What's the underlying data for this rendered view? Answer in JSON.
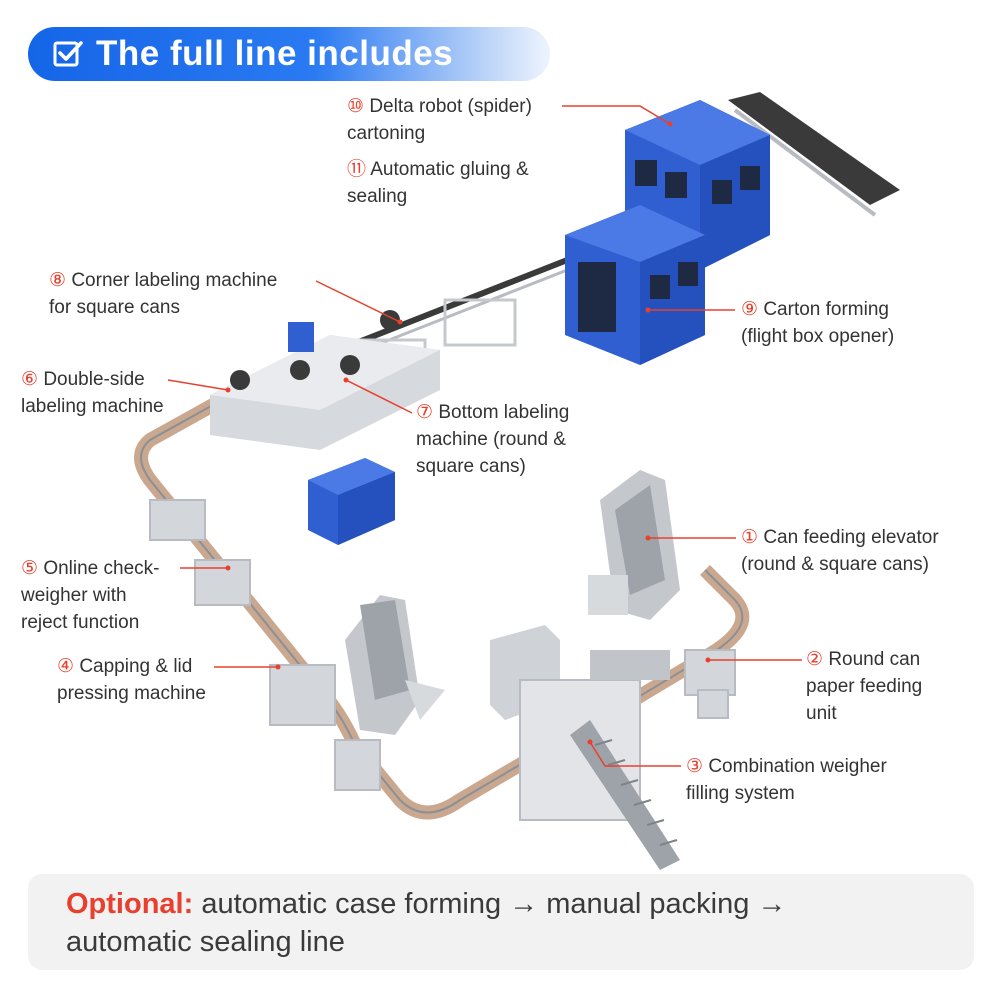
{
  "header": {
    "title": "The full line includes",
    "icon": "checkbox-check-icon",
    "accent": "#1a6ff0"
  },
  "callouts": [
    {
      "id": "delta-robot",
      "num": "⑩",
      "lines": [
        "Delta robot (spider)",
        "cartoning"
      ]
    },
    {
      "id": "gluing-sealing",
      "num": "⑪",
      "lines": [
        "Automatic gluing &",
        "sealing"
      ]
    },
    {
      "id": "corner-labeling",
      "num": "⑧",
      "lines": [
        "Corner labeling machine",
        "for square cans"
      ]
    },
    {
      "id": "carton-forming",
      "num": "⑨",
      "lines": [
        "Carton forming",
        "(flight box opener)"
      ]
    },
    {
      "id": "double-side-labeling",
      "num": "⑥",
      "lines": [
        "Double-side",
        "labeling machine"
      ]
    },
    {
      "id": "bottom-labeling",
      "num": "⑦",
      "lines": [
        "Bottom labeling",
        "machine (round &",
        "square cans)"
      ]
    },
    {
      "id": "can-feeding-elevator",
      "num": "①",
      "lines": [
        "Can feeding elevator",
        "(round & square cans)"
      ]
    },
    {
      "id": "online-checkweigher",
      "num": "⑤",
      "lines": [
        "Online check-",
        "weigher with",
        "reject function"
      ]
    },
    {
      "id": "capping-lid-pressing",
      "num": "④",
      "lines": [
        "Capping & lid",
        "pressing machine"
      ]
    },
    {
      "id": "round-can-paper-feeding",
      "num": "②",
      "lines": [
        "Round can",
        "paper feeding",
        "unit"
      ]
    },
    {
      "id": "combination-weigher",
      "num": "③",
      "lines": [
        "Combination weigher",
        "filling system"
      ]
    }
  ],
  "optional": {
    "label": "Optional:",
    "text_line1": " automatic case forming → manual packing →",
    "text_line2": "automatic sealing line"
  },
  "colors": {
    "callout_number": "#e8402e",
    "leader_line": "#e8402e",
    "machine_blue": "#2f5fd0",
    "conveyor": "#c9a88f"
  }
}
